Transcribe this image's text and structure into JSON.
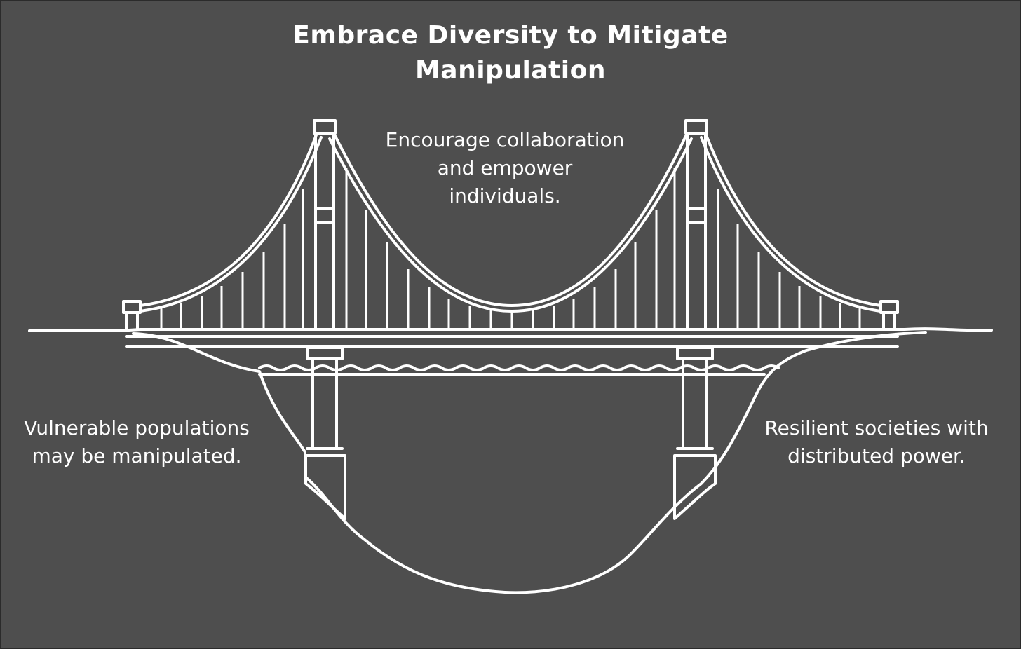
{
  "diagram": {
    "title": "Embrace Diversity to Mitigate Manipulation",
    "labels": {
      "top": "Encourage collaboration and empower individuals.",
      "left": "Vulnerable populations may be manipulated.",
      "right": "Resilient societies with distributed power."
    }
  },
  "colors": {
    "background": "#4e4e4e",
    "frame_border": "#2b2b2b",
    "line": "#ffffff"
  }
}
